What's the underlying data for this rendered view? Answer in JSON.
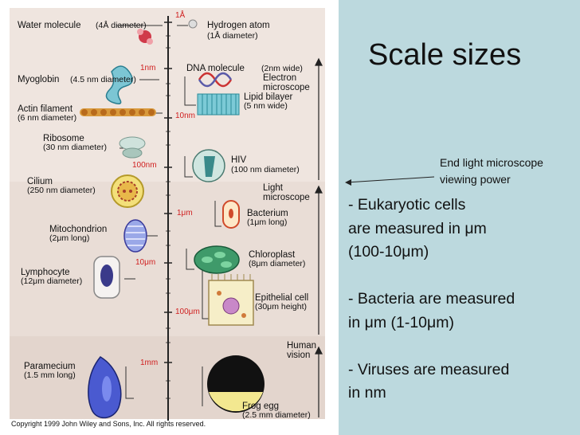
{
  "figure": {
    "scale_marks": {
      "angstrom": "1Å",
      "nm1": "1nm",
      "nm10": "10nm",
      "nm100": "100nm",
      "um1": "1μm",
      "um10": "10μm",
      "um100": "100μm",
      "mm1": "1mm"
    },
    "items": {
      "water": {
        "name": "Water molecule",
        "size": "(4Å diameter)"
      },
      "hydrogen": {
        "name": "Hydrogen atom",
        "size": "(1Å diameter)"
      },
      "dna": {
        "name": "DNA molecule",
        "size": "(2nm wide)"
      },
      "myoglobin": {
        "name": "Myoglobin",
        "size": "(4.5 nm diameter)"
      },
      "actin": {
        "name": "Actin filament",
        "size": "(6 nm diameter)"
      },
      "lipid": {
        "name": "Lipid bilayer",
        "size": "(5 nm wide)"
      },
      "ribosome": {
        "name": "Ribosome",
        "size": "(30 nm diameter)"
      },
      "hiv": {
        "name": "HIV",
        "size": "(100 nm diameter)"
      },
      "cilium": {
        "name": "Cilium",
        "size": "(250 nm diameter)"
      },
      "bacterium": {
        "name": "Bacterium",
        "size": "(1μm long)"
      },
      "mito": {
        "name": "Mitochondrion",
        "size": "(2μm long)"
      },
      "chloro": {
        "name": "Chloroplast",
        "size": "(8μm diameter)"
      },
      "lympho": {
        "name": "Lymphocyte",
        "size": "(12μm diameter)"
      },
      "epi": {
        "name": "Epithelial cell",
        "size": "(30μm height)"
      },
      "para": {
        "name": "Paramecium",
        "size": "(1.5 mm long)"
      },
      "frog": {
        "name": "Frog egg",
        "size": "(2.5 mm diameter)"
      }
    },
    "ranges": {
      "electron_1": "Electron",
      "electron_2": "microscope",
      "light_1": "Light",
      "light_2": "microscope",
      "human_1": "Human",
      "human_2": "vision"
    },
    "copyright": "Copyright 1999 John Wiley and Sons, Inc. All rights reserved."
  },
  "slide": {
    "title": "Scale sizes",
    "note_line1": "End light microscope",
    "note_line2": "viewing power",
    "bullets": [
      "- Eukaryotic cells",
      "are measured in μm",
      "(100-10μm)",
      "- Bacteria are measured",
      "in μm (1-10μm)",
      "- Viruses are measured",
      "in nm"
    ]
  }
}
